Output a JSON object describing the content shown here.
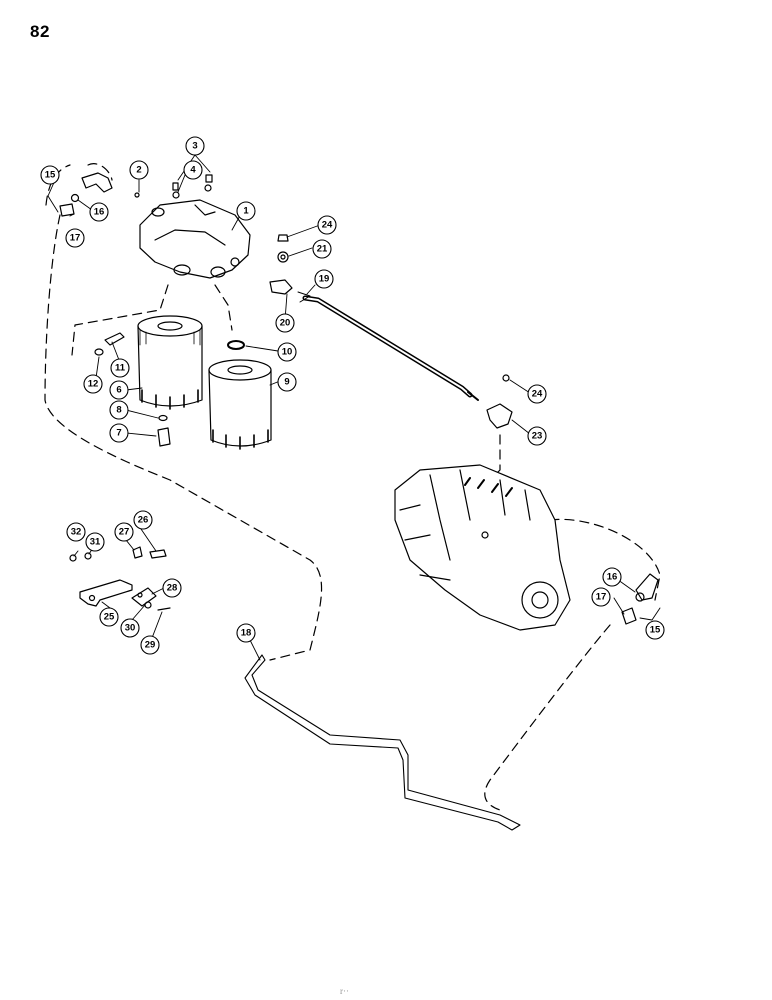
{
  "page": {
    "number": "82",
    "footer_mark": "r··"
  },
  "callouts": {
    "c1": "1",
    "c2": "2",
    "c3": "3",
    "c4": "4",
    "c6": "6",
    "c7": "7",
    "c8": "8",
    "c9": "9",
    "c10": "10",
    "c11": "11",
    "c12": "12",
    "c15a": "15",
    "c16a": "16",
    "c17a": "17",
    "c15b": "15",
    "c16b": "16",
    "c17b": "17",
    "c18": "18",
    "c19": "19",
    "c20": "20",
    "c21": "21",
    "c23": "23",
    "c24a": "24",
    "c24b": "24",
    "c25": "25",
    "c26": "26",
    "c27": "27",
    "c28": "28",
    "c29": "29",
    "c30": "30",
    "c31": "31",
    "c32": "32"
  }
}
